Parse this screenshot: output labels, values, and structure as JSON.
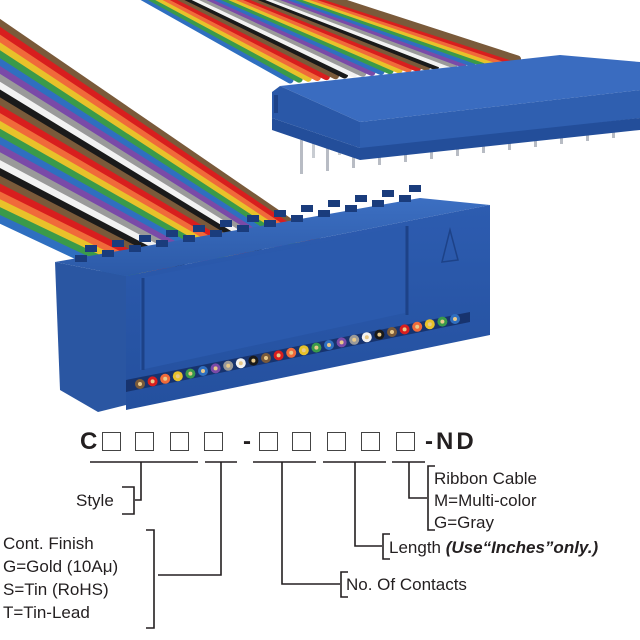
{
  "illustration": {
    "description": "Ribbon cable assembly with blue IDC socket connector and blue DIP plug connector",
    "connector_color": "#2f5fb0",
    "connector_shadow": "#1f4690",
    "connector_highlight": "#3d70c4",
    "wire_colors": [
      "#7a5a3a",
      "#d81e1e",
      "#f06a3a",
      "#e8c22a",
      "#3a9a4a",
      "#2f6fc0",
      "#7a4aa8",
      "#9a9a9a",
      "#f2f2f2",
      "#1a1a1a"
    ]
  },
  "part_number": {
    "prefix": "C",
    "group1_boxes": 4,
    "separator1": "-",
    "group2_boxes": 5,
    "suffix": "-ND"
  },
  "fields": {
    "style": {
      "label": "Style"
    },
    "contact_finish": {
      "title": "Cont. Finish",
      "options": [
        "G=Gold (10Aμ)",
        "S=Tin (RoHS)",
        "T=Tin-Lead"
      ]
    },
    "contacts": {
      "label": "No. Of Contacts"
    },
    "length": {
      "label": "Length",
      "note": "(Use“Inches”only.)"
    },
    "ribbon_cable": {
      "title": "Ribbon Cable",
      "options": [
        "M=Multi-color",
        "G=Gray"
      ]
    }
  }
}
